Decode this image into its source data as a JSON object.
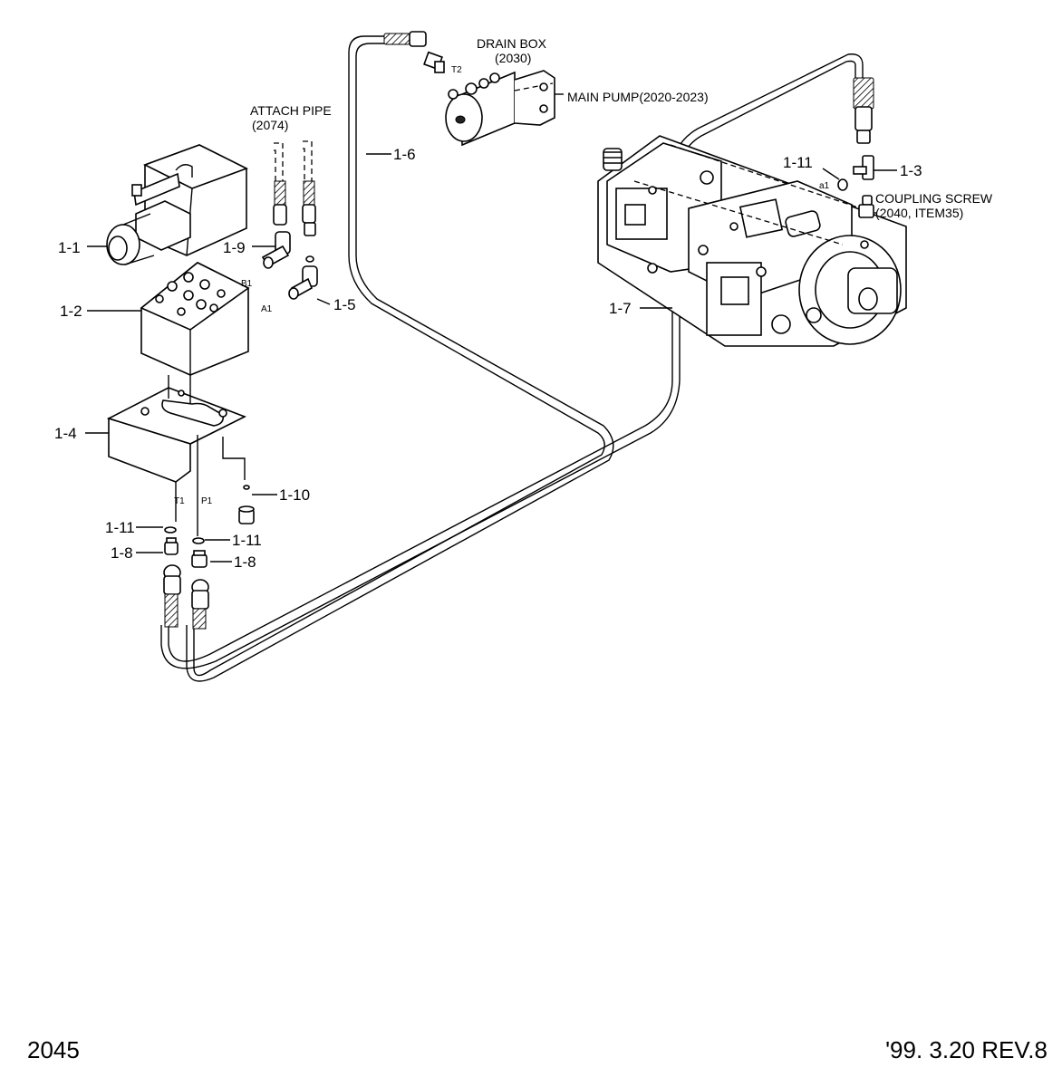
{
  "drawing": {
    "page_number": "2045",
    "revision": "'99. 3.20 REV.8"
  },
  "callouts": {
    "c1_1": "1-1",
    "c1_2": "1-2",
    "c1_3": "1-3",
    "c1_4": "1-4",
    "c1_5": "1-5",
    "c1_6": "1-6",
    "c1_7": "1-7",
    "c1_8a": "1-8",
    "c1_8b": "1-8",
    "c1_9": "1-9",
    "c1_10": "1-10",
    "c1_11a": "1-11",
    "c1_11b": "1-11",
    "c1_11c": "1-11"
  },
  "references": {
    "attach_pipe": "ATTACH PIPE",
    "attach_pipe_no": "(2074)",
    "drain_box": "DRAIN BOX",
    "drain_box_no": "(2030)",
    "main_pump": "MAIN PUMP(2020-2023)",
    "coupling_screw": "COUPLING SCREW",
    "coupling_screw_no": "(2040, ITEM35)"
  },
  "ports": {
    "b1": "B1",
    "a1": "A1",
    "t1": "T1",
    "p1": "P1",
    "t2": "T2",
    "a1_lower": "a1"
  }
}
